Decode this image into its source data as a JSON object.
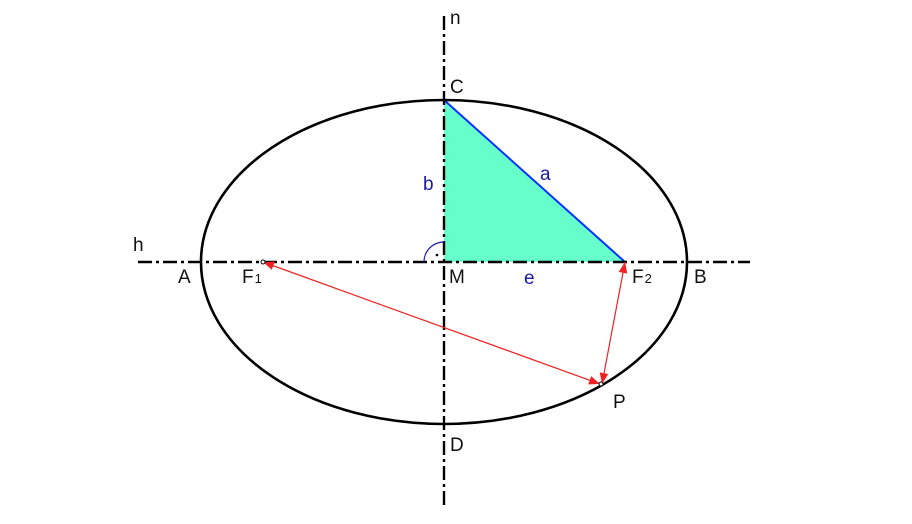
{
  "labels": {
    "n": "n",
    "h": "h",
    "A": "A",
    "B": "B",
    "C": "C",
    "D": "D",
    "M": "M",
    "P": "P",
    "a": "a",
    "b": "b",
    "e": "e",
    "f1_main": "F",
    "f1_sub": "1",
    "f2_main": "F",
    "f2_sub": "2"
  },
  "colors": {
    "outline": "#000000",
    "triangle_fill": "#66ffcc",
    "triangle_edge": "#0033ff",
    "label_blue": "#1a1aa0",
    "arrow": "#ee2222"
  }
}
